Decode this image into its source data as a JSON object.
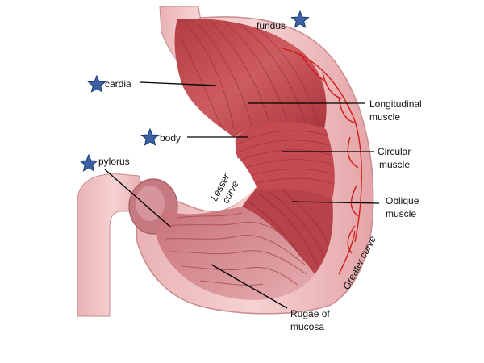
{
  "labels": {
    "fundus": "fundus",
    "cardia": "cardia",
    "body": "body",
    "pylorus": "pylorus",
    "longitudinal_1": "Longitudinal",
    "longitudinal_2": "muscle",
    "circular_1": "Circular",
    "circular_2": "muscle",
    "oblique_1": "Oblique",
    "oblique_2": "muscle",
    "rugae_1": "Rugae of",
    "rugae_2": "mucosa",
    "lesser_curve_1": "Lesser",
    "lesser_curve_2": "curve",
    "greater_curve": "Greater curve"
  },
  "colors": {
    "star": "#3b62a5",
    "outer_wall": "#f0c3c3",
    "muscle": "#c0454a",
    "muscle_dark": "#9e2e35",
    "mucosa": "#d98f94",
    "vessel": "#d01b1b"
  }
}
